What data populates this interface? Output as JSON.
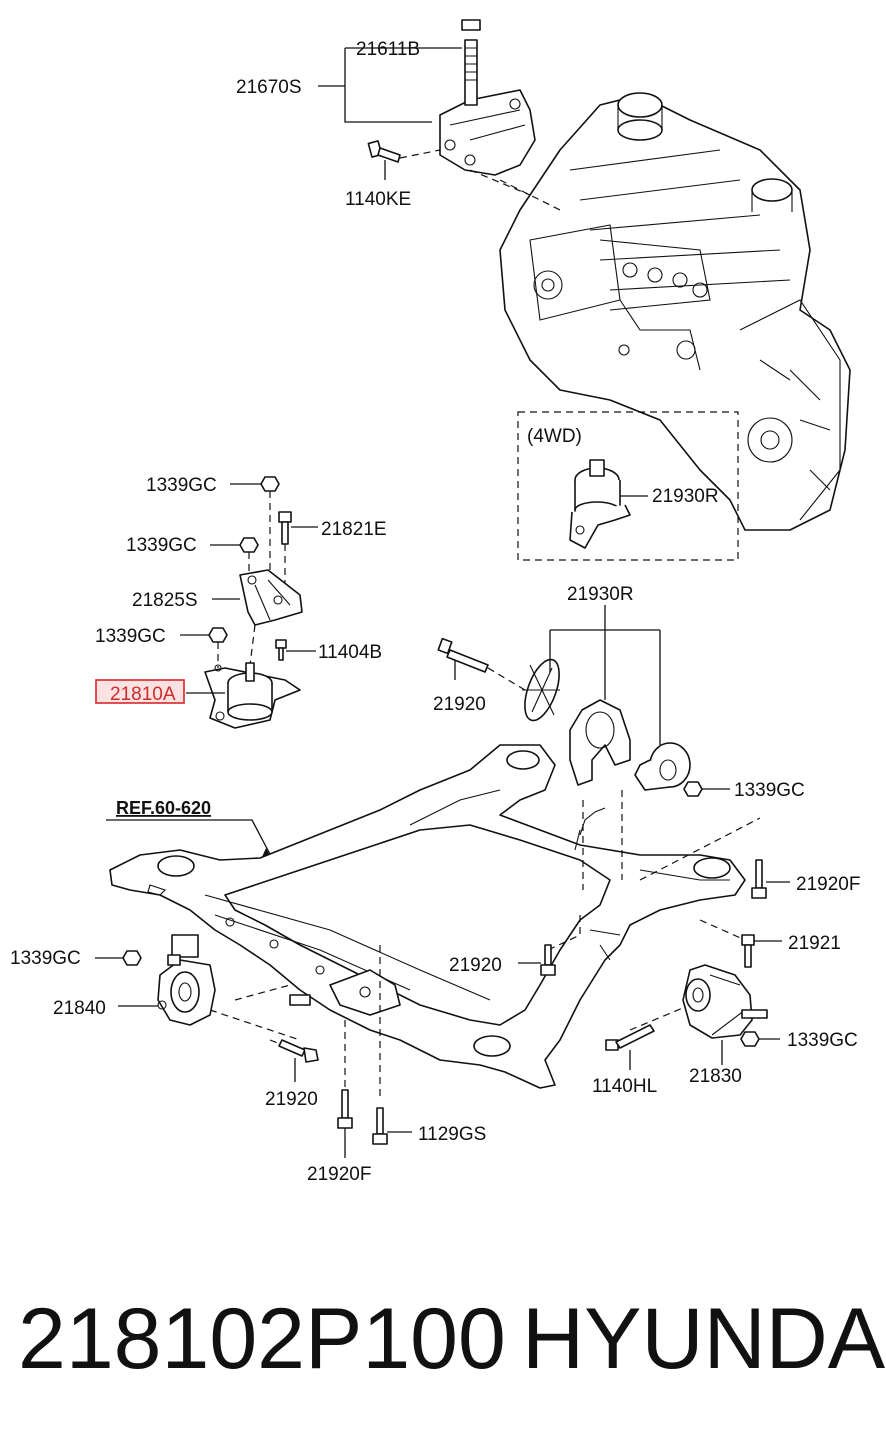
{
  "labels": {
    "l21611B": "21611B",
    "l21670S": "21670S",
    "l1140KE": "1140KE",
    "l4wd": "(4WD)",
    "l21930R_4wd": "21930R",
    "l1339GC_a": "1339GC",
    "l21821E": "21821E",
    "l1339GC_b": "1339GC",
    "l21825S": "21825S",
    "l1339GC_c": "1339GC",
    "l11404B": "11404B",
    "l21810A": "21810A",
    "l21930R": "21930R",
    "l21920_a": "21920",
    "l1339GC_d": "1339GC",
    "lRef": "REF.60-620",
    "l21920F_a": "21920F",
    "l21921": "21921",
    "l1339GC_e": "1339GC",
    "l21840": "21840",
    "l21920_b": "21920",
    "l1339GC_f": "1339GC",
    "l1140HL": "1140HL",
    "l21830": "21830",
    "l21920_c": "21920",
    "l1129GS": "1129GS",
    "l21920F_b": "21920F"
  },
  "footer": {
    "part_number": "218102P100",
    "brand": "HYUNDAI"
  },
  "colors": {
    "highlight_fill": "#fde2e2",
    "highlight_stroke": "#d9262b"
  }
}
